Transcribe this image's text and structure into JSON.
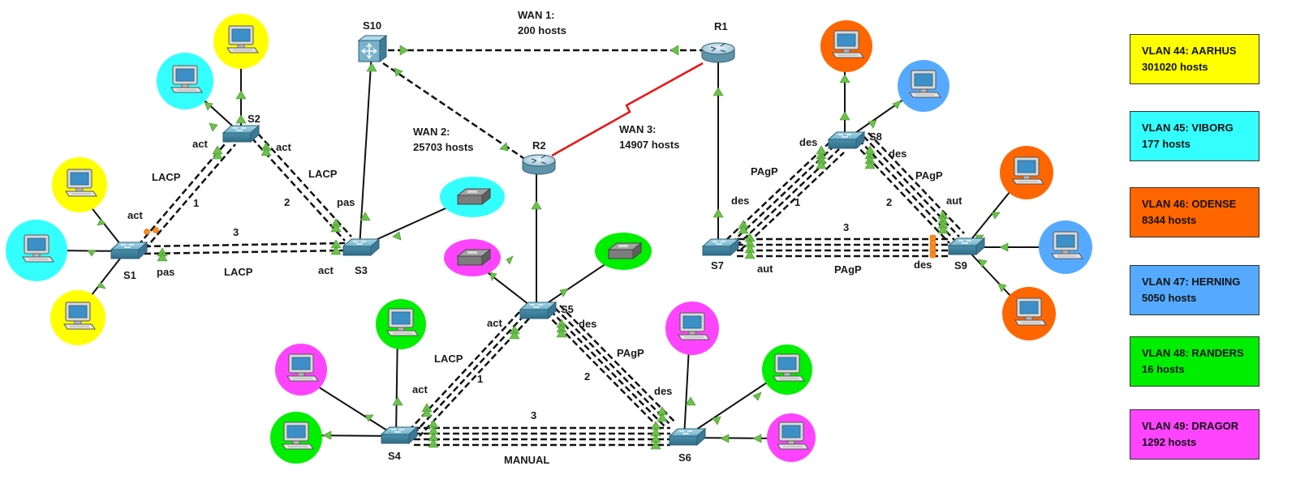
{
  "devices": {
    "s1": "S1",
    "s2": "S2",
    "s3": "S3",
    "s4": "S4",
    "s5": "S5",
    "s6": "S6",
    "s7": "S7",
    "s8": "S8",
    "s9": "S9",
    "s10": "S10",
    "r1": "R1",
    "r2": "R2"
  },
  "wan": {
    "wan1_title": "WAN 1:",
    "wan1_hosts": "200 hosts",
    "wan2_title": "WAN 2:",
    "wan2_hosts": "25703 hosts",
    "wan3_title": "WAN 3:",
    "wan3_hosts": "14907 hosts"
  },
  "link_labels": {
    "lacp": "LACP",
    "pagp": "PAgP",
    "manual": "MANUAL",
    "act": "act",
    "pas": "pas",
    "des": "des",
    "aut": "aut",
    "n1": "1",
    "n2": "2",
    "n3": "3"
  },
  "legend": [
    {
      "title": "VLAN 44: AARHUS",
      "hosts": "301020 hosts",
      "color": "#ffff00"
    },
    {
      "title": "VLAN 45: VIBORG",
      "hosts": "177 hosts",
      "color": "#33ffff"
    },
    {
      "title": "VLAN 46: ODENSE",
      "hosts": "8344 hosts",
      "color": "#ff6600"
    },
    {
      "title": "VLAN 47: HERNING",
      "hosts": "5050 hosts",
      "color": "#55aaff"
    },
    {
      "title": "VLAN 48: RANDERS",
      "hosts": "16 hosts",
      "color": "#00ee00"
    },
    {
      "title": "VLAN 49: DRAGOR",
      "hosts": "1292 hosts",
      "color": "#ff44ff"
    }
  ],
  "colors": {
    "aarhus": "#ffff00",
    "viborg": "#33ffff",
    "odense": "#ff6600",
    "herning": "#55aaff",
    "randers": "#00ee00",
    "dragor": "#ff44ff",
    "link_black": "#111111",
    "wan3_serial": "#ee1111",
    "port_up": "#6cc24a",
    "port_block": "#ff8c1a"
  },
  "icons": {
    "pc": "pc-icon",
    "printer": "printer-icon",
    "switch": "switch-icon",
    "router": "router-icon",
    "multilayer_switch": "multilayer-switch-icon"
  }
}
